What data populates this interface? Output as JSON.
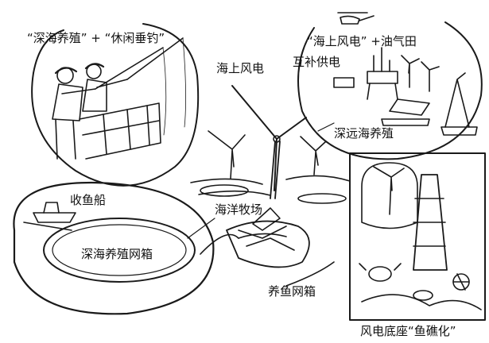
{
  "labels": {
    "leisure_fishing": "“深海养殖” + “休闲垂钓”",
    "wind_oil_line1": "“海上风电” +油气田",
    "wind_oil_line2": "互补供电",
    "offshore_wind": "海上风电",
    "far_sea": "深远海养殖",
    "collect_boat": "收鱼船",
    "marine_ranch": "海洋牧场",
    "deep_sea_cage": "深海养殖网箱",
    "fish_net": "养鱼网箱",
    "reef": "风电底座“鱼礁化”"
  },
  "colors": {
    "ink": "#1a1a1a",
    "background": "#ffffff"
  }
}
